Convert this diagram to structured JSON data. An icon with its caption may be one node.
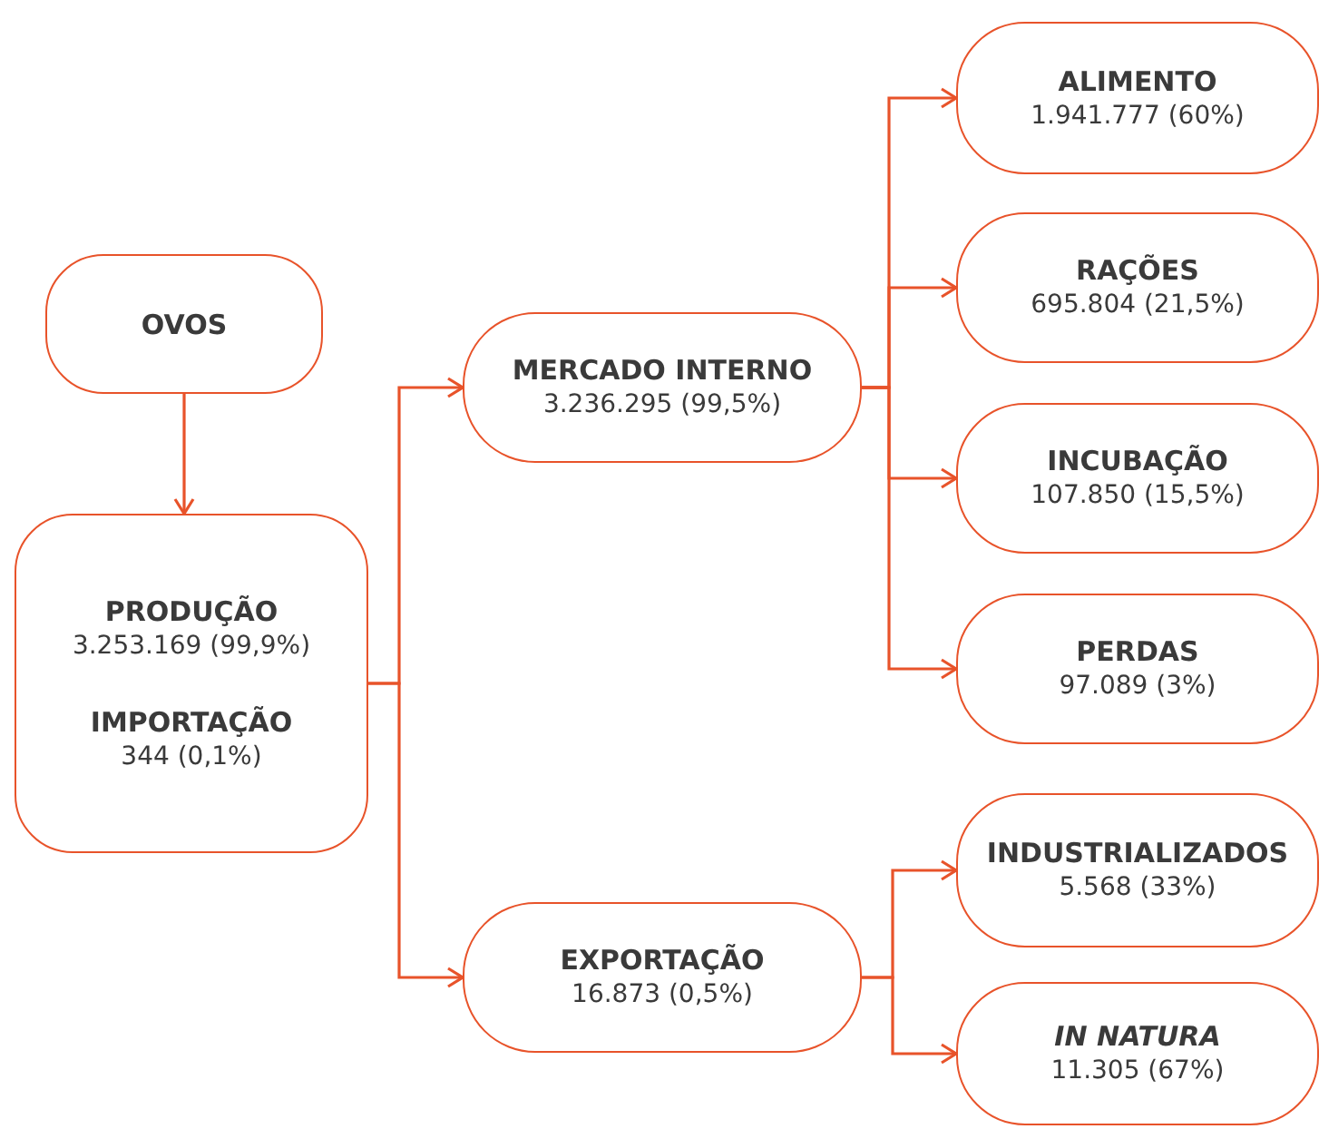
{
  "diagram": {
    "nodes": [
      {
        "text": [
          "OVOS"
        ]
      },
      {
        "text": [
          "PRODUÇÃO",
          "3.253.169 (99,9%)",
          "IMPORTAÇÃO",
          "344 (0,1%)"
        ]
      },
      {
        "text": [
          "MERCADO INTERNO",
          "3.236.295 (99,5%)"
        ]
      },
      {
        "text": [
          "EXPORTAÇÃO",
          "16.873 (0,5%)"
        ]
      },
      {
        "text": [
          "ALIMENTO",
          "1.941.777 (60%)"
        ]
      },
      {
        "text": [
          "RAÇÕES",
          "695.804 (21,5%)"
        ]
      },
      {
        "text": [
          "INCUBAÇÃO",
          "107.850 (15,5%)"
        ]
      },
      {
        "text": [
          "PERDAS",
          "97.089 (3%)"
        ]
      },
      {
        "text": [
          "INDUSTRIALIZADOS",
          "5.568 (33%)"
        ]
      },
      {
        "text": [
          "IN NATURA",
          "11.305 (67%)"
        ]
      }
    ],
    "edges": [
      {
        "from": 0,
        "to": 1,
        "arrow": "to"
      },
      {
        "from": 1,
        "to": 2,
        "arrow": "to"
      },
      {
        "from": 1,
        "to": 3,
        "arrow": "to"
      },
      {
        "from": 2,
        "to": 4,
        "arrow": "to"
      },
      {
        "from": 2,
        "to": 5,
        "arrow": "to"
      },
      {
        "from": 2,
        "to": 6,
        "arrow": "to"
      },
      {
        "from": 2,
        "to": 7,
        "arrow": "to"
      },
      {
        "from": 3,
        "to": 8,
        "arrow": "to"
      },
      {
        "from": 3,
        "to": 9,
        "arrow": "to"
      }
    ]
  }
}
